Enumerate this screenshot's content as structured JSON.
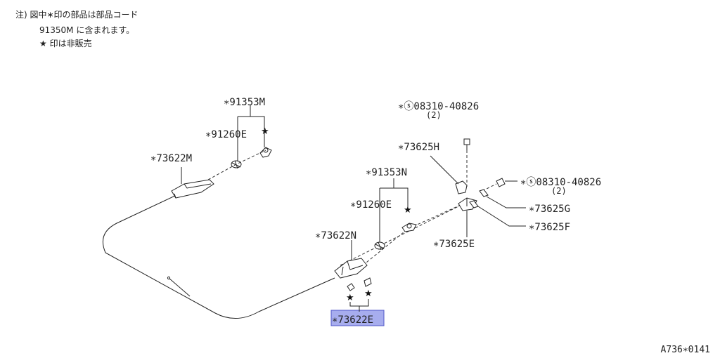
{
  "notes": {
    "line1": "注) 図中∗印の部品は部品コード",
    "line2": "91350M に含まれます。",
    "line3": "★ 印は非販売"
  },
  "labels": {
    "p91353M": "∗91353M",
    "p91260E_left": "∗91260E",
    "p73622M": "∗73622M",
    "s08310_top": "∗ⓢ08310-40826",
    "s08310_top_qty": "(2)",
    "p73625H": "∗73625H",
    "p91353N": "∗91353N",
    "p91260E_mid": "∗91260E",
    "s08310_right": "∗ⓢ08310-40826",
    "s08310_right_qty": "(2)",
    "p73625G": "∗73625G",
    "p73625F": "∗73625F",
    "p73622N": "∗73622N",
    "p73625E": "∗73625E",
    "p73622E": "∗73622E"
  },
  "highlight": {
    "label": "p73622E",
    "color": "#8a92e8"
  },
  "reference": "A736∗0141",
  "icons": [
    "star-icon",
    "screw-icon",
    "clip-icon",
    "bracket-icon",
    "sunroof-panel-icon"
  ]
}
